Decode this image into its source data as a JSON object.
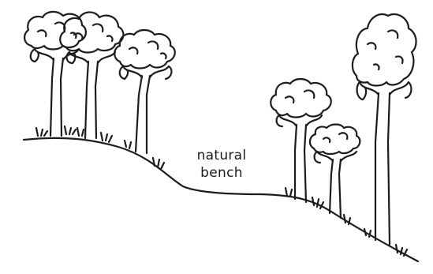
{
  "annotation": {
    "line1": "natural",
    "line2": "bench"
  },
  "colors": {
    "ink": "#1c1c1c",
    "background": "#ffffff"
  },
  "illustration": {
    "description_icons": [
      "tree-icon",
      "grass-tuft-icon",
      "hillslope-line"
    ]
  }
}
